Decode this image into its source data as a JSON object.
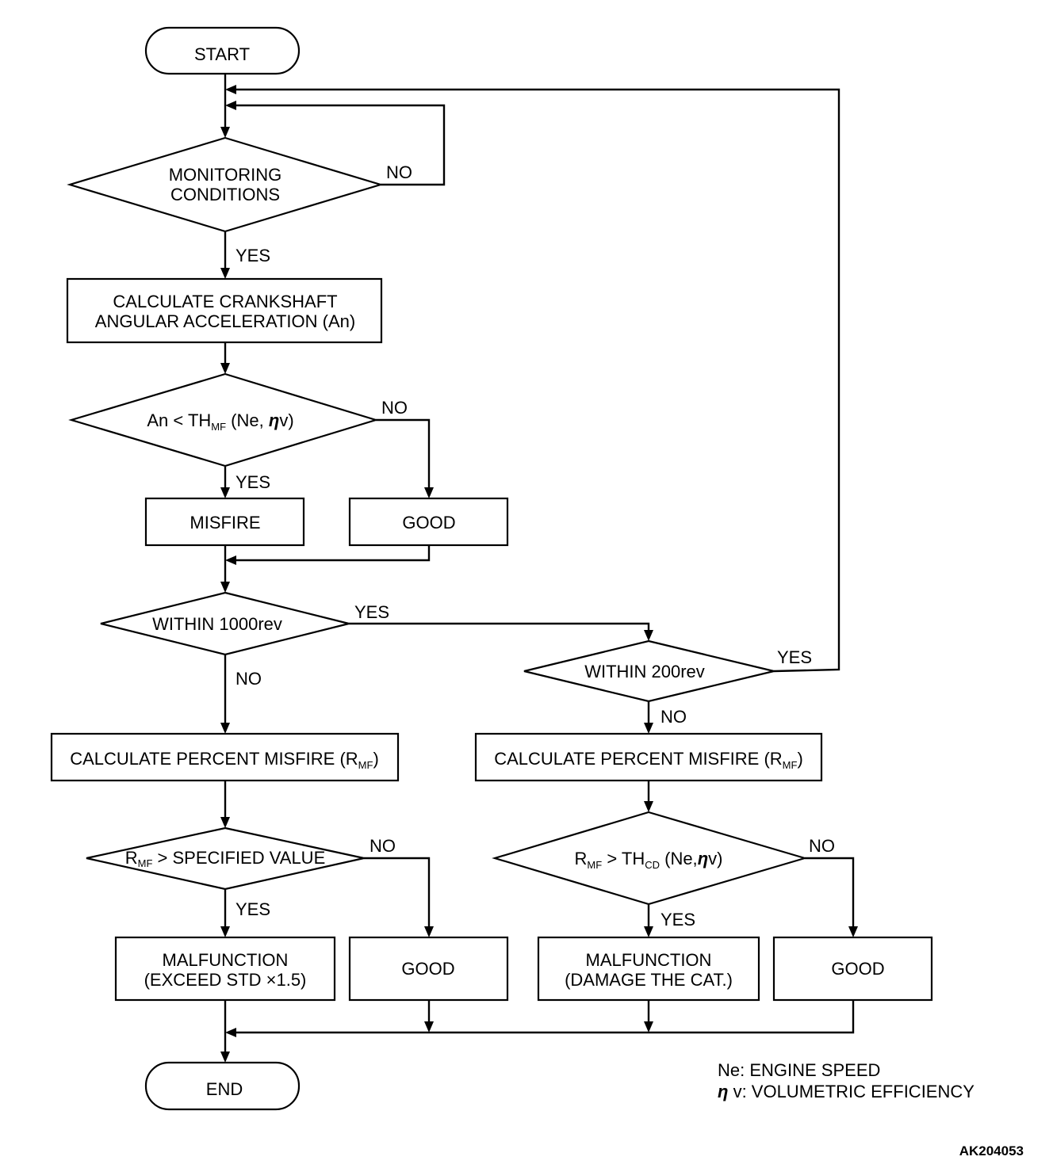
{
  "nodes": {
    "start": "START",
    "monitoring_1": "MONITORING",
    "monitoring_2": "CONDITIONS",
    "calc_accel_1": "CALCULATE CRANKSHAFT",
    "calc_accel_2": "ANGULAR ACCELERATION (An)",
    "threshold": {
      "pre": "An < TH",
      "sub": "MF",
      "mid": " (Ne, ",
      "eta": "η",
      "post": "v)"
    },
    "misfire": "MISFIRE",
    "good_1": "GOOD",
    "within_1000": "WITHIN 1000rev",
    "within_200": "WITHIN 200rev",
    "calc_pct_left": {
      "pre": "CALCULATE PERCENT MISFIRE (R",
      "sub": "MF",
      "post": ")"
    },
    "calc_pct_right": {
      "pre": "CALCULATE PERCENT MISFIRE (R",
      "sub": "MF",
      "post": ")"
    },
    "rmf_specified": {
      "pre": "R",
      "sub": "MF",
      "post": " > SPECIFIED VALUE"
    },
    "rmf_thcd": {
      "pre": "R",
      "sub": "MF",
      "mid": " > TH",
      "sub2": "CD",
      "mid2": " (Ne,",
      "eta": "η",
      "post": "v)"
    },
    "malfunction_left_1": "MALFUNCTION",
    "malfunction_left_2": "(EXCEED STD  ×1.5)",
    "good_2": "GOOD",
    "malfunction_right_1": "MALFUNCTION",
    "malfunction_right_2": "(DAMAGE THE CAT.)",
    "good_3": "GOOD",
    "end": "END"
  },
  "edge_labels": {
    "monitoring_no": "NO",
    "monitoring_yes": "YES",
    "threshold_no": "NO",
    "threshold_yes": "YES",
    "within_1000_yes": "YES",
    "within_1000_no": "NO",
    "within_200_yes": "YES",
    "within_200_no": "NO",
    "rmf_specified_no": "NO",
    "rmf_specified_yes": "YES",
    "rmf_thcd_no": "NO",
    "rmf_thcd_yes": "YES"
  },
  "legend": {
    "ne": "Ne: ENGINE SPEED",
    "eta_symbol": "η",
    "eta_desc": " v: VOLUMETRIC EFFICIENCY"
  },
  "figure_code": "AK204053"
}
